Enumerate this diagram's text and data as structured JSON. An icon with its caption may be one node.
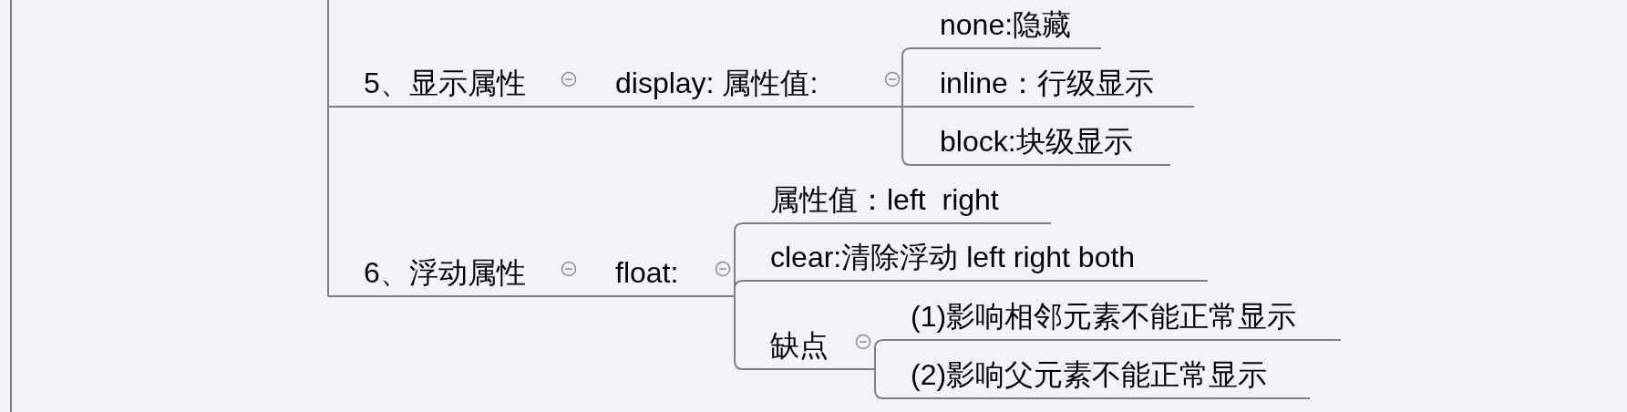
{
  "diagram": {
    "nodes": [
      {
        "text": [
          "5、显示属性"
        ]
      },
      {
        "text": [
          "display: 属性值:"
        ]
      },
      {
        "text": [
          "none:隐藏"
        ]
      },
      {
        "text": [
          "inline：行级显示"
        ]
      },
      {
        "text": [
          "block:块级显示"
        ]
      },
      {
        "text": [
          "6、浮动属性"
        ]
      },
      {
        "text": [
          "float:"
        ]
      },
      {
        "text": [
          "属性值：left  right"
        ]
      },
      {
        "text": [
          "clear:清除浮动 left right both"
        ]
      },
      {
        "text": [
          "缺点"
        ]
      },
      {
        "text": [
          "(1)影响相邻元素不能正常显示"
        ]
      },
      {
        "text": [
          "(2)影响父元素不能正常显示"
        ]
      }
    ],
    "edges": [
      {
        "from": null,
        "to": 0,
        "arrow": "none"
      },
      {
        "from": null,
        "to": 5,
        "arrow": "none"
      },
      {
        "from": 0,
        "to": 1,
        "arrow": "none"
      },
      {
        "from": 1,
        "to": 2,
        "arrow": "none"
      },
      {
        "from": 1,
        "to": 3,
        "arrow": "none"
      },
      {
        "from": 1,
        "to": 4,
        "arrow": "none"
      },
      {
        "from": 5,
        "to": 6,
        "arrow": "none"
      },
      {
        "from": 6,
        "to": 7,
        "arrow": "none"
      },
      {
        "from": 6,
        "to": 8,
        "arrow": "none"
      },
      {
        "from": 6,
        "to": 9,
        "arrow": "none"
      },
      {
        "from": 9,
        "to": 10,
        "arrow": "none"
      },
      {
        "from": 9,
        "to": 11,
        "arrow": "none"
      }
    ]
  }
}
